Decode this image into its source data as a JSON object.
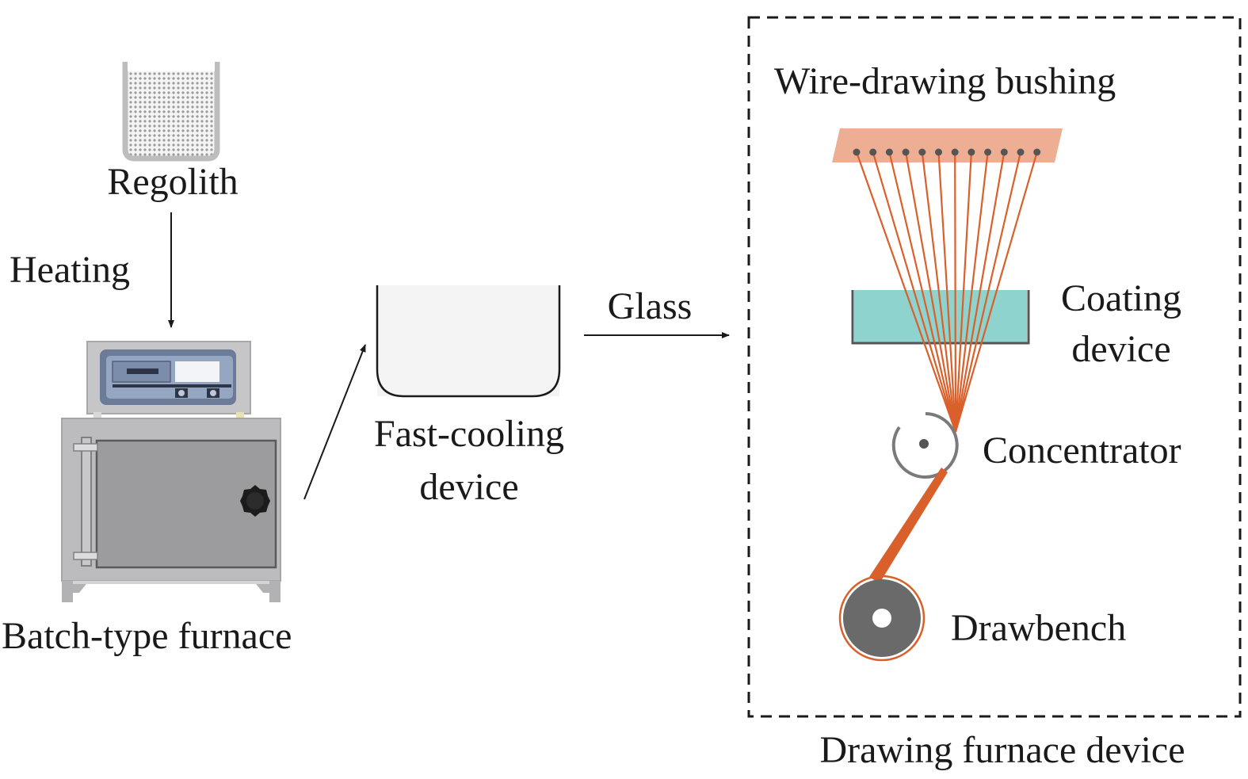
{
  "labels": {
    "regolith": "Regolith",
    "heating": "Heating",
    "batch_furnace": "Batch-type furnace",
    "fast_cooling_line1": "Fast-cooling",
    "fast_cooling_line2": "device",
    "glass": "Glass",
    "bushing": "Wire-drawing bushing",
    "coating_line1": "Coating",
    "coating_line2": "device",
    "concentrator": "Concentrator",
    "drawbench": "Drawbench",
    "drawing_furnace": "Drawing furnace device"
  },
  "colors": {
    "fiber": "#d9602a",
    "bushing": "#eeae94",
    "coating_liquid": "#8fd3cf",
    "furnace_body": "#b9b9bb",
    "furnace_door": "#9c9c9e",
    "panel": "#7f8ea8",
    "drawbench": "#6a6a6a"
  },
  "icons": {
    "regolith": "beaker-with-granules-icon",
    "furnace": "furnace-icon",
    "cooler": "container-icon",
    "concentrator": "pulley-icon",
    "drawbench": "spool-icon"
  }
}
